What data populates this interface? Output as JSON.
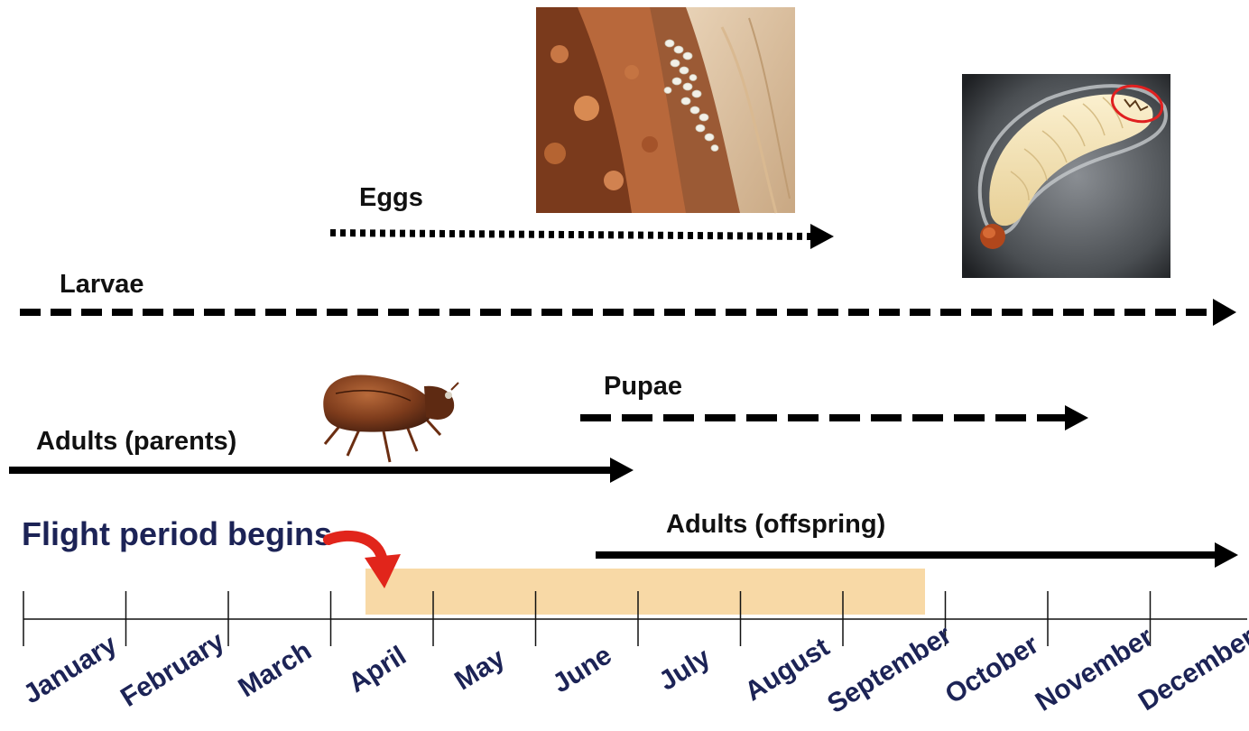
{
  "stages": {
    "eggs": "Eggs",
    "larvae": "Larvae",
    "pupae": "Pupae",
    "adults_parents": "Adults (parents)",
    "adults_offspring": "Adults (offspring)"
  },
  "flight_period": {
    "label": "Flight period begins",
    "start_month": "April",
    "end_month": "September"
  },
  "months": [
    "January",
    "February",
    "March",
    "April",
    "May",
    "June",
    "July",
    "August",
    "September",
    "October",
    "November",
    "December"
  ],
  "colors": {
    "arrow": "#000000",
    "flight_band": "#f8d9a6",
    "pointer": "#e1251b",
    "month_text": "#1c2356",
    "stage_text": "#111111"
  },
  "images": {
    "eggs_photo": "eggs-on-wood-photo",
    "larva_photo": "larva-photo",
    "beetle_photo": "adult-beetle-photo"
  }
}
